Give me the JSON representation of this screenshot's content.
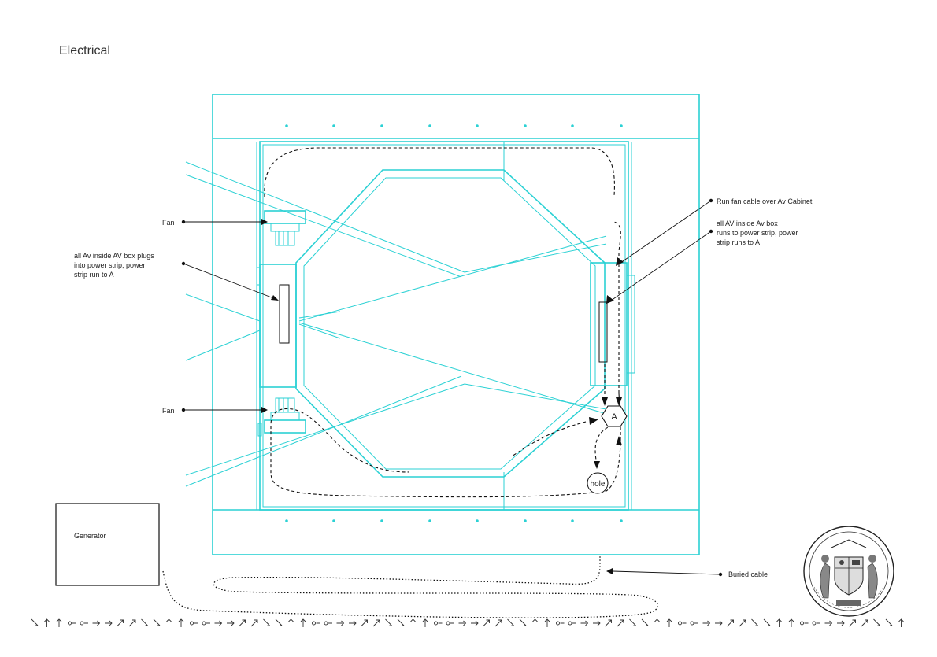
{
  "page": {
    "title": "Electrical"
  },
  "labels": {
    "fan_top": "Fan",
    "fan_bottom": "Fan",
    "left_av_note": [
      "all Av inside AV box plugs",
      "into power strip, power",
      "strip run to A"
    ],
    "run_fan_cable": "Run fan cable over Av Cabinet",
    "right_av_note": [
      "all AV inside Av box",
      "runs to power strip, power",
      "strip runs to A"
    ],
    "node_a": "A",
    "hole": "hole",
    "generator": "Generator",
    "buried_cable": "Buried cable"
  },
  "seal": {
    "icon": "seal-emblem-icon"
  },
  "colors": {
    "structure": "#2bd1d4",
    "annotation": "#111111",
    "background": "#ffffff"
  }
}
